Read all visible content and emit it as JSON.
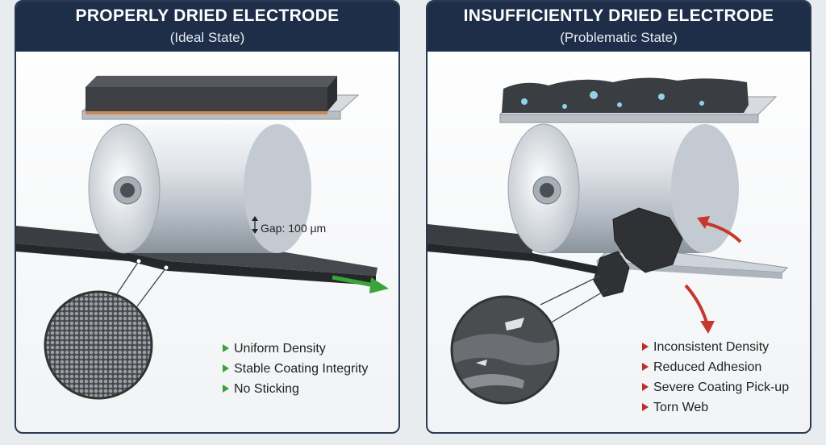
{
  "left_panel": {
    "title": "PROPERLY DRIED ELECTRODE",
    "subtitle": "(Ideal State)",
    "gap_label": "Gap: 100 µm",
    "benefits": [
      "Uniform Density",
      "Stable Coating Integrity",
      "No Sticking"
    ]
  },
  "right_panel": {
    "title": "INSUFFICIENTLY DRIED ELECTRODE",
    "subtitle": "(Problematic State)",
    "issues": [
      "Inconsistent Density",
      "Reduced Adhesion",
      "Severe Coating Pick-up",
      "Torn Web"
    ]
  },
  "colors": {
    "header_bg": "#1e2d48",
    "good_bullet": "#3aa33a",
    "bad_bullet": "#c42a26",
    "arrow_green": "#3aa33a",
    "arrow_red": "#c8372d"
  },
  "icons": {
    "good_bullet": "green-triangle-bullet",
    "bad_bullet": "red-triangle-bullet"
  }
}
